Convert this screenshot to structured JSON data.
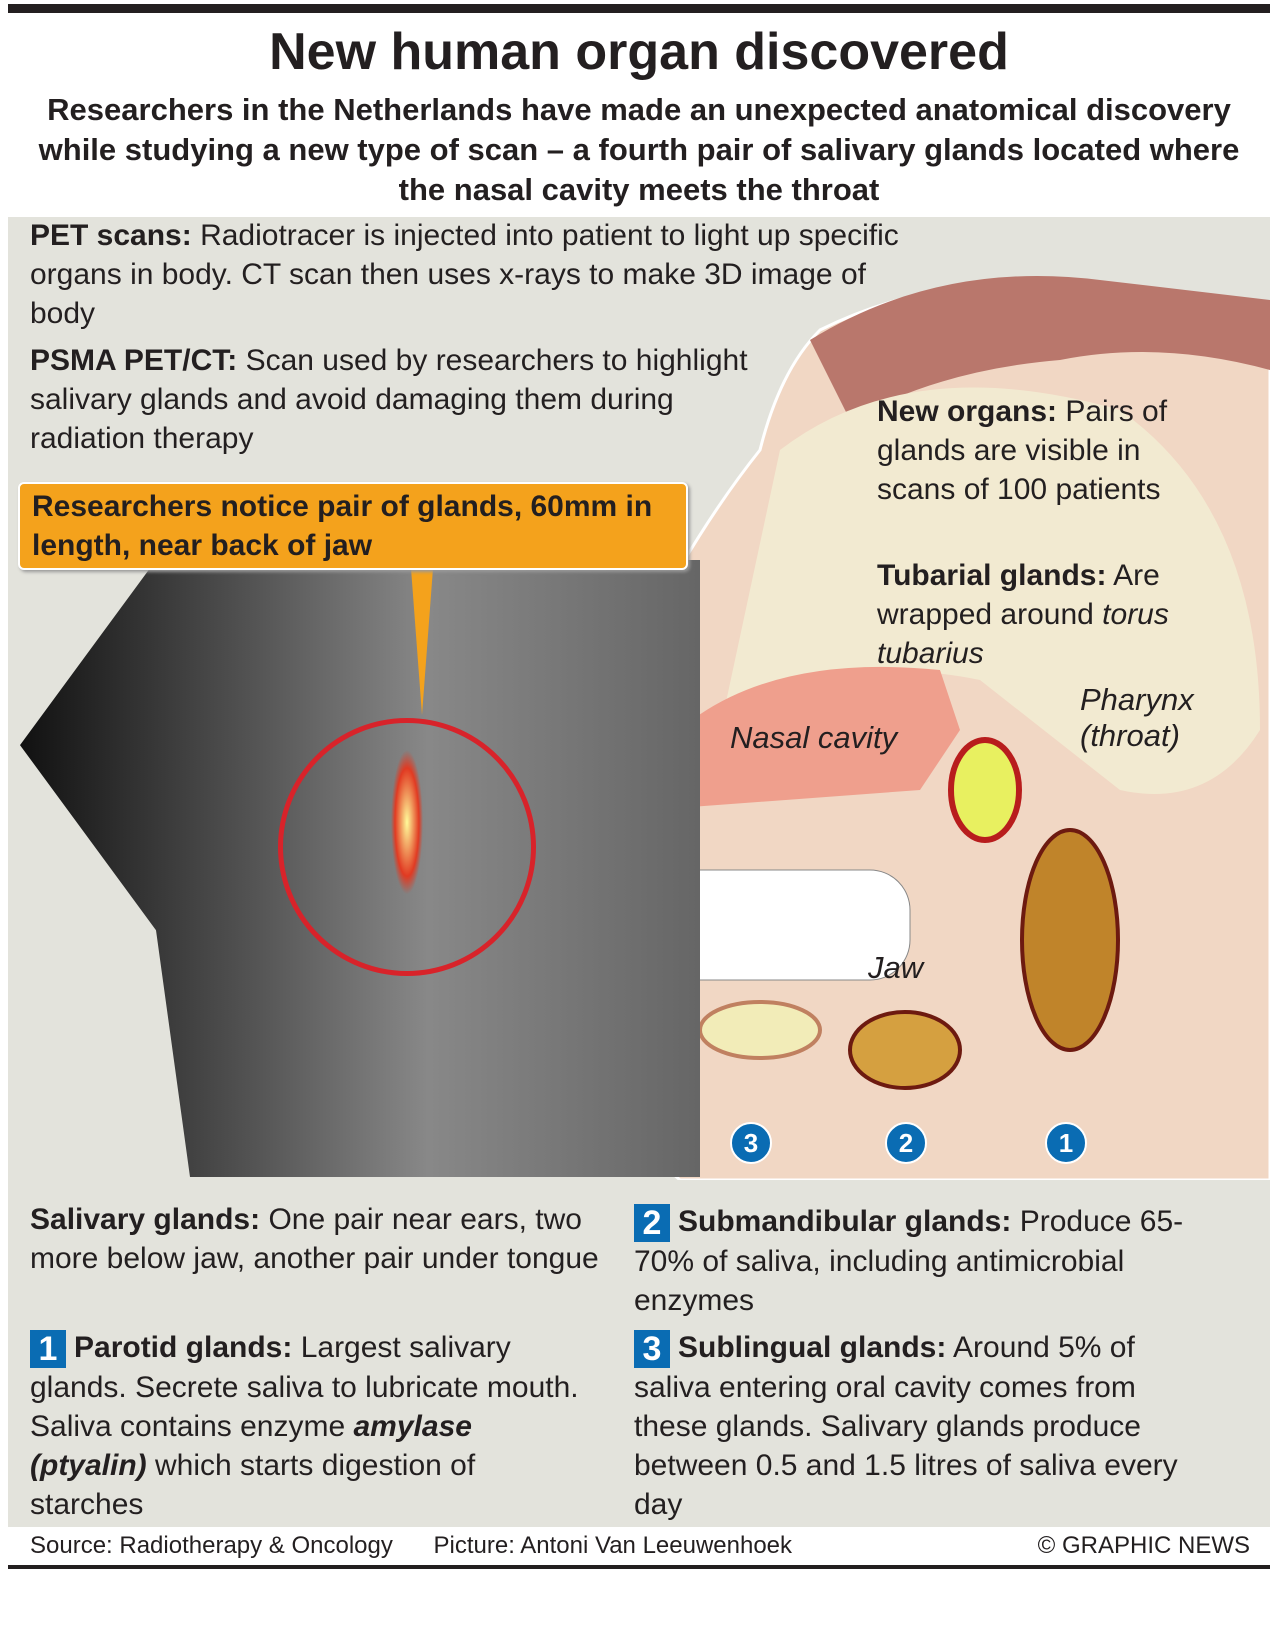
{
  "title": "New human organ discovered",
  "subtitle": "Researchers in the Netherlands have made an unexpected anatomical discovery while studying a new type of scan – a fourth pair of salivary glands located where the nasal cavity meets the throat",
  "pet": {
    "term": "PET scans:",
    "text": " Radiotracer is injected into patient to light up specific organs in body. CT scan then uses x-rays to make 3D image of body"
  },
  "psma": {
    "term": "PSMA PET/CT:",
    "text": " Scan used by researchers to highlight salivary glands and avoid damaging them during radiation therapy"
  },
  "callout": "Researchers notice pair of glands, 60mm in length, near back of jaw",
  "new_organs": {
    "term": "New organs:",
    "text": " Pairs of glands are visible in scans of 100 patients"
  },
  "tubarial": {
    "term": "Tubarial glands:",
    "text": " Are wrapped around ",
    "italic": "torus tubarius"
  },
  "labels": {
    "nasal": "Nasal cavity",
    "pharynx": "Pharynx (throat)",
    "jaw": "Jaw"
  },
  "badges": [
    "1",
    "2",
    "3"
  ],
  "salivary": {
    "term": "Salivary glands:",
    "text": " One pair near ears, two more below jaw, another pair under tongue"
  },
  "parotid": {
    "num": "1",
    "term": "Parotid glands:",
    "text": " Largest salivary glands. Secrete saliva to lubricate mouth. Saliva contains enzyme ",
    "italic": "amylase (ptyalin)",
    "text2": " which starts digestion of starches"
  },
  "submandibular": {
    "num": "2",
    "term": "Submandibular glands:",
    "text": " Produce 65-70% of saliva, including antimicrobial enzymes"
  },
  "sublingual": {
    "num": "3",
    "term": "Sublingual glands:",
    "text": " Around 5% of saliva entering oral cavity comes from these glands. Salivary glands produce between 0.5 and 1.5 litres of saliva every day"
  },
  "footer": {
    "source": "Source: Radiotherapy & Oncology",
    "picture": "Picture: Antoni Van Leeuwenhoek",
    "credit": "© GRAPHIC NEWS"
  },
  "colors": {
    "accent": "#f4a21c",
    "blue": "#0a6cb3",
    "panel": "#e3e3dc"
  }
}
